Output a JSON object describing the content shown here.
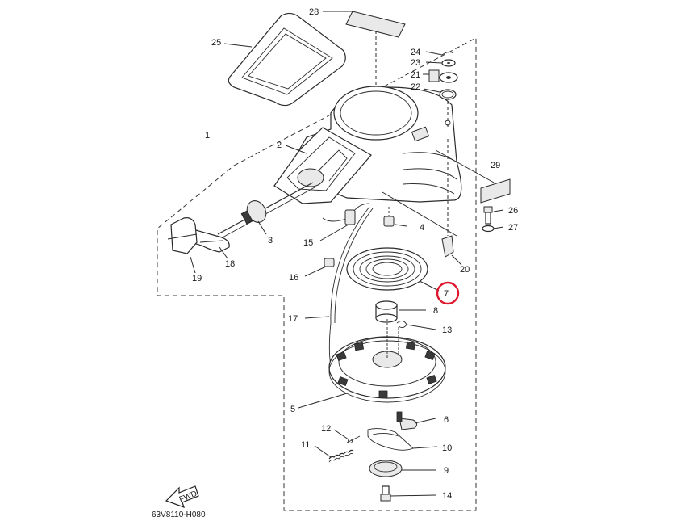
{
  "diagram": {
    "code": "63V8110-H080",
    "fwd_label": "FWD",
    "highlight_color": "#e0182d",
    "highlighted_part": "7",
    "parts": {
      "p1": "1",
      "p2": "2",
      "p3": "3",
      "p4": "4",
      "p5": "5",
      "p6": "6",
      "p7": "7",
      "p8": "8",
      "p9": "9",
      "p10": "10",
      "p11": "11",
      "p12": "12",
      "p13": "13",
      "p14": "14",
      "p15": "15",
      "p16": "16",
      "p17": "17",
      "p18": "18",
      "p19": "19",
      "p20": "20",
      "p21": "21",
      "p22": "22",
      "p23": "23",
      "p24": "24",
      "p25": "25",
      "p26": "26",
      "p27": "27",
      "p28": "28",
      "p29": "29"
    }
  }
}
